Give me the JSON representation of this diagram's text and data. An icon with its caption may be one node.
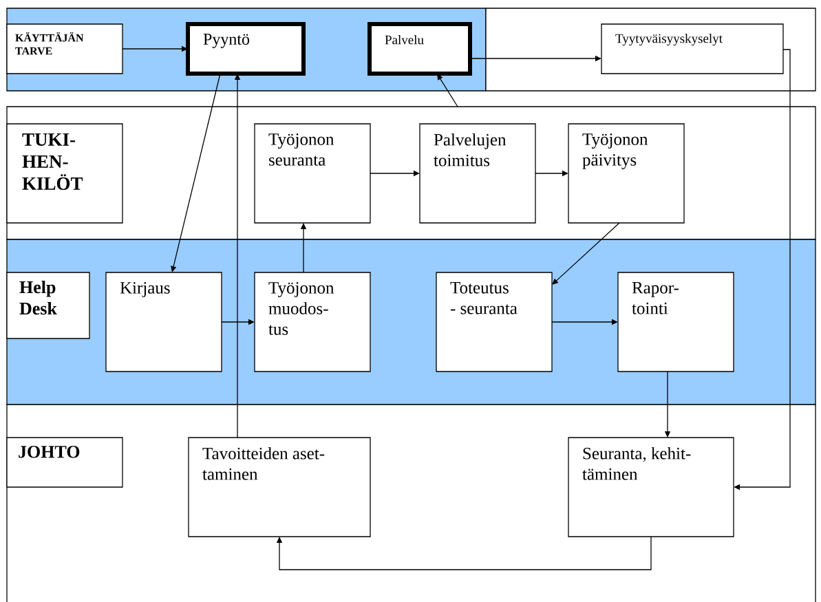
{
  "diagram": {
    "nodes": [
      {
        "text": [],
        "shape": "band"
      },
      {
        "text": [
          "KÄYTTÄJÄN TARVE"
        ],
        "in": 0
      },
      {
        "text": [
          "Pyyntö"
        ],
        "in": 0
      },
      {
        "text": [
          "Palvelu"
        ],
        "in": 0
      },
      {
        "text": [],
        "shape": "band"
      },
      {
        "text": [
          "Tyytyväisyyskyselyt"
        ],
        "in": 4
      },
      {
        "text": [],
        "shape": "band"
      },
      {
        "text": [
          "TUKI- HEN- KILÖT"
        ],
        "in": 6
      },
      {
        "text": [
          "Työjonon seuranta"
        ],
        "in": 6
      },
      {
        "text": [
          "Palvelujen toimitus"
        ],
        "in": 6
      },
      {
        "text": [
          "Työjonon päivitys"
        ],
        "in": 6
      },
      {
        "text": [],
        "shape": "band"
      },
      {
        "text": [
          "Help Desk"
        ],
        "in": 11
      },
      {
        "text": [
          "Kirjaus"
        ],
        "in": 11
      },
      {
        "text": [
          "Työjonon muodos- tus"
        ],
        "in": 11
      },
      {
        "text": [
          "Toteutus - seuranta"
        ],
        "in": 11
      },
      {
        "text": [
          "Rapor- tointi"
        ],
        "in": 11
      },
      {
        "text": [],
        "shape": "band"
      },
      {
        "text": [
          "JOHTO"
        ],
        "in": 17
      },
      {
        "text": [
          "Tavoitteiden aset- taminen"
        ],
        "in": 17
      },
      {
        "text": [
          "Seuranta, kehit- täminen"
        ],
        "in": 17
      }
    ],
    "edges": [
      {
        "from": 1,
        "to": 2,
        "arrow": "to"
      },
      {
        "from": 2,
        "to": 13,
        "arrow": "to"
      },
      {
        "from": 19,
        "to": 2,
        "arrow": "to"
      },
      {
        "from": 6,
        "to": 3,
        "arrow": "to"
      },
      {
        "from": 3,
        "to": 5,
        "arrow": "to"
      },
      {
        "from": 5,
        "to": 20,
        "arrow": "to"
      },
      {
        "from": 8,
        "to": 9,
        "arrow": "to"
      },
      {
        "from": 9,
        "to": 10,
        "arrow": "to"
      },
      {
        "from": 10,
        "to": 15,
        "arrow": "to"
      },
      {
        "from": 13,
        "to": 14,
        "arrow": "to"
      },
      {
        "from": 14,
        "to": 8,
        "arrow": "to"
      },
      {
        "from": 15,
        "to": 16,
        "arrow": "to"
      },
      {
        "from": 16,
        "to": 20,
        "arrow": "to"
      },
      {
        "from": 20,
        "to": 19,
        "arrow": "to"
      }
    ]
  }
}
